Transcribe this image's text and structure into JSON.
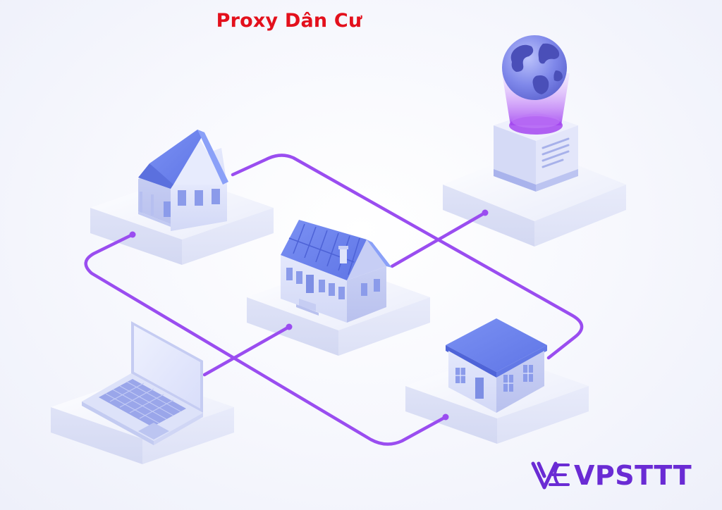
{
  "title": "Proxy Dân Cư",
  "brand": {
    "name": "VPSTTT"
  },
  "colors": {
    "title": "#e3101c",
    "connection_line": "#9a4df0",
    "platform_top": "#eef0fb",
    "house_roof": "#6d84f0",
    "house_wall": "#dfe4fb",
    "globe": "#7f86e6",
    "glow": "#b45cf2",
    "brand": "#6a2bd4"
  },
  "nodes": [
    {
      "id": "house-top-left",
      "icon": "house-icon"
    },
    {
      "id": "house-center",
      "icon": "house-icon"
    },
    {
      "id": "house-right",
      "icon": "house-icon"
    },
    {
      "id": "laptop",
      "icon": "laptop-icon"
    },
    {
      "id": "globe-server",
      "icon": "globe-icon"
    }
  ]
}
